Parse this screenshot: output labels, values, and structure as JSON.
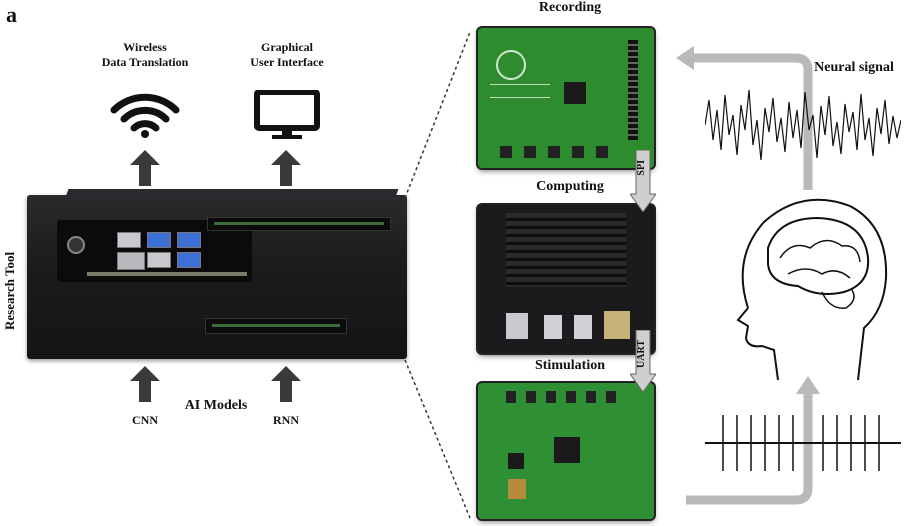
{
  "panel_label": "a",
  "left": {
    "side_label": "Research Tool",
    "outputs": [
      {
        "label_line1": "Wireless",
        "label_line2": "Data Translation",
        "icon": "wifi-icon"
      },
      {
        "label_line1": "Graphical",
        "label_line2": "User Interface",
        "icon": "monitor-icon"
      }
    ],
    "inputs_title": "AI Models",
    "inputs": [
      {
        "label": "CNN"
      },
      {
        "label": "RNN"
      }
    ]
  },
  "middle": {
    "stages": [
      {
        "title": "Recording"
      },
      {
        "title": "Computing"
      },
      {
        "title": "Stimulation"
      }
    ],
    "buses": [
      "SPI",
      "UART"
    ]
  },
  "right": {
    "signal_label": "Neural signal"
  },
  "colors": {
    "arrow_dark": "#3a3a3a",
    "arrow_light": "#b9b9b9",
    "pcb_green": "#2e8b2e",
    "device_black": "#1c1c1f"
  }
}
